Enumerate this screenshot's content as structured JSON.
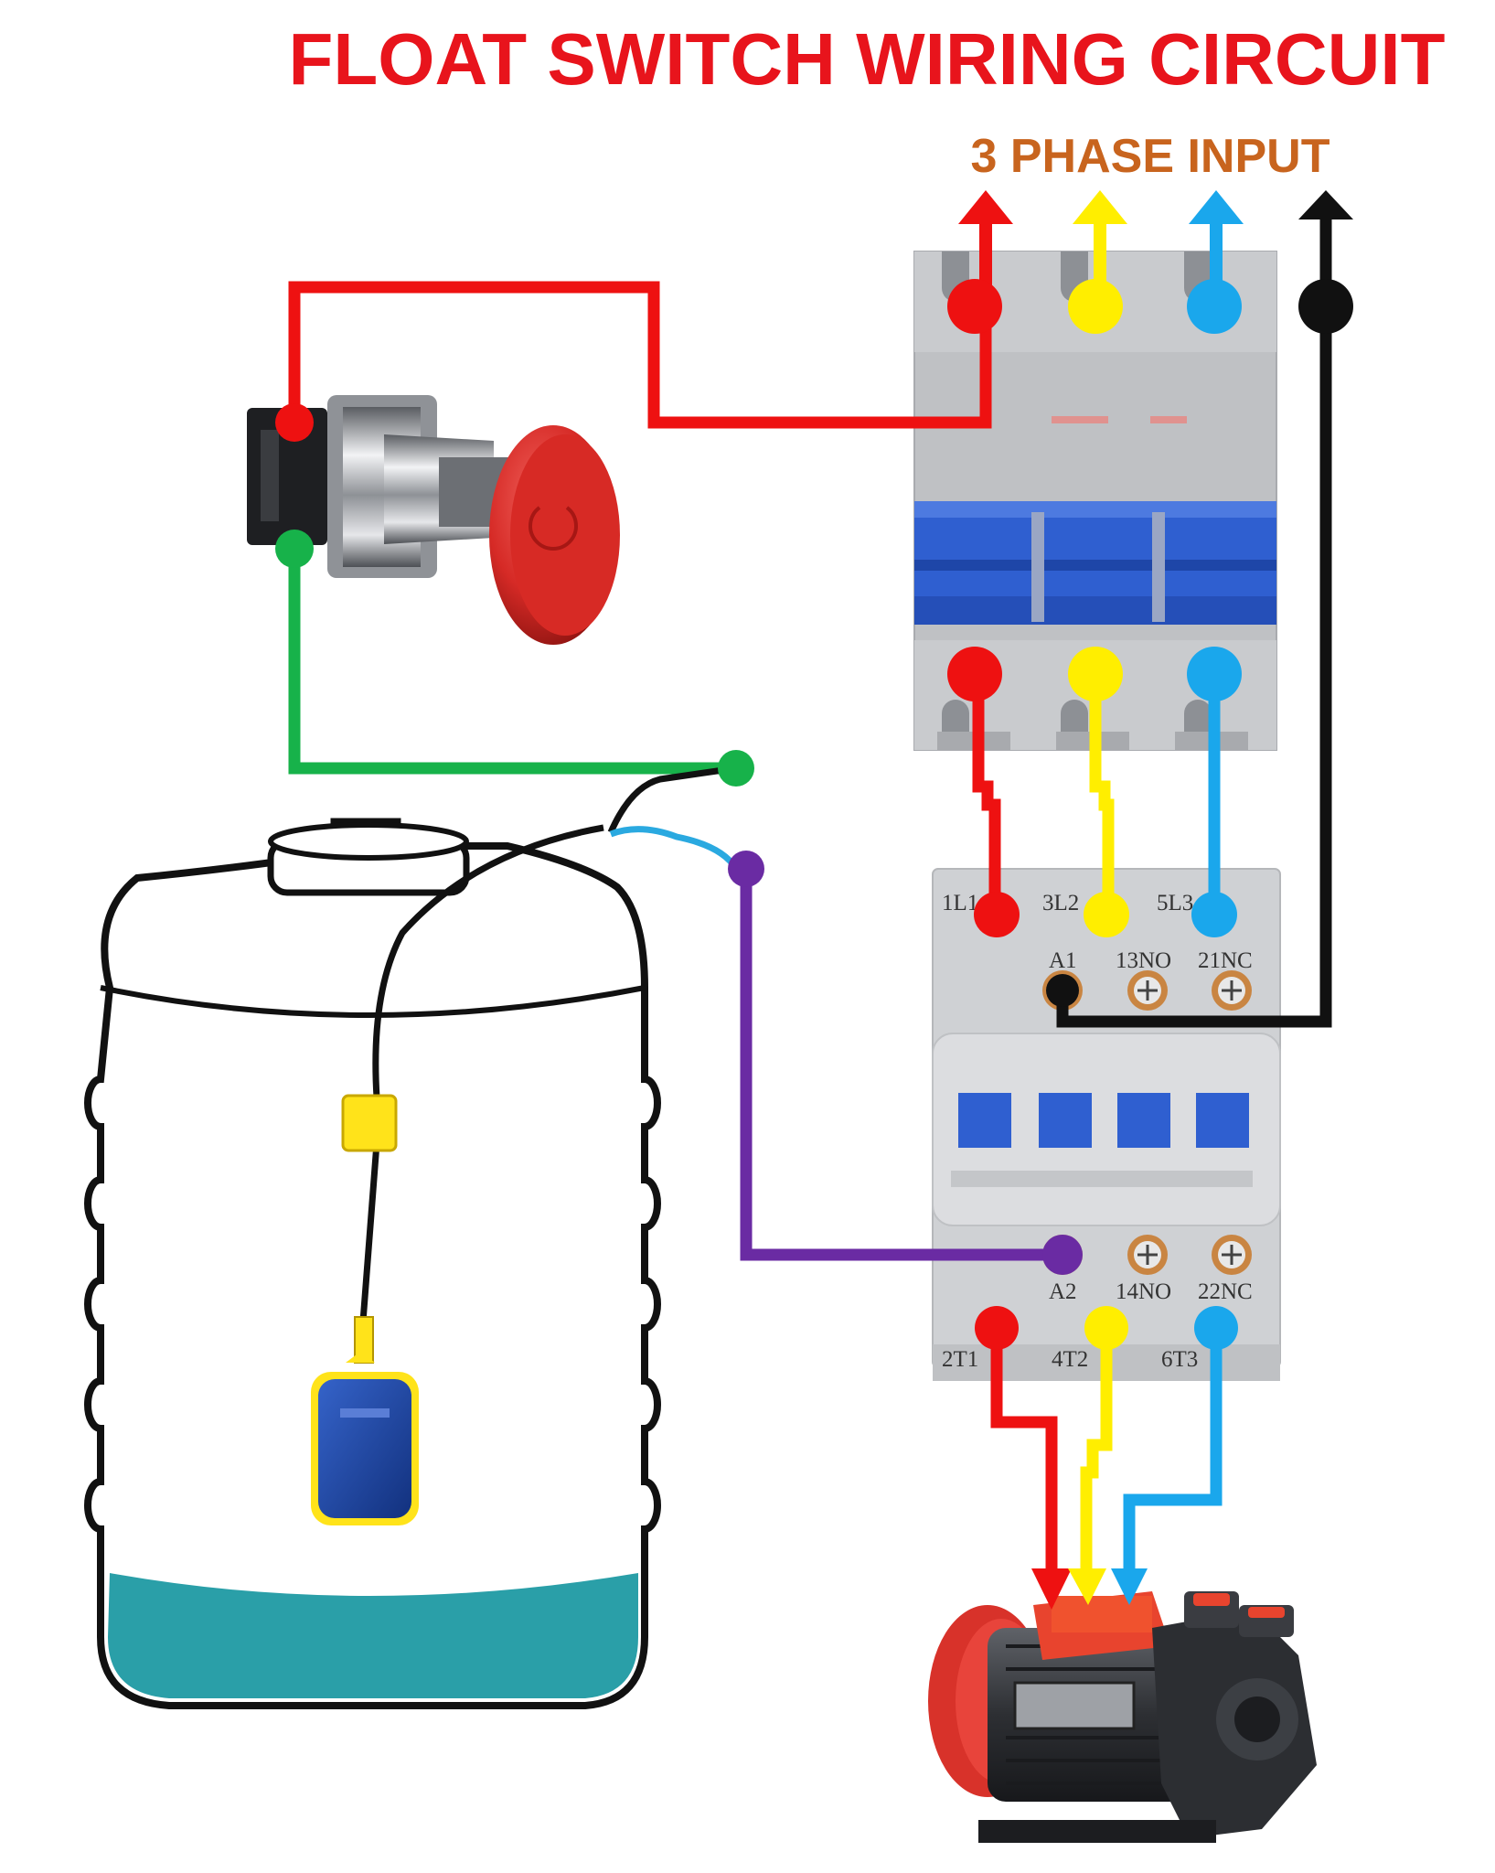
{
  "title": "FLOAT SWITCH WIRING CIRCUIT",
  "input_label": "3 PHASE INPUT",
  "colors": {
    "title": "#e8141c",
    "input_label": "#c8641e",
    "phase_l1": "#ee1111",
    "phase_l2": "#ffee00",
    "phase_l3": "#1aa7ec",
    "neutral": "#111111",
    "control": "#17b24a",
    "float_return": "#6a2ba3",
    "float_cable": "#2aa9e0",
    "water": "#2a9fa8",
    "breaker_handle": "#2f5fd0",
    "housing": "#bfc1c4",
    "housing_light": "#dcdde0"
  },
  "icons": {
    "push_button": "emergency-stop-mushroom-button-icon",
    "breaker": "three-pole-mcb-icon",
    "contactor": "contactor-icon",
    "tank": "water-tank-icon",
    "float": "float-switch-icon",
    "motor": "water-pump-motor-icon"
  },
  "contactor": {
    "top_terminals": [
      "1L1",
      "3L2",
      "5L3"
    ],
    "top_aux": [
      "A1",
      "13NO",
      "21NC"
    ],
    "bottom_aux": [
      "A2",
      "14NO",
      "22NC"
    ],
    "bottom_terminals": [
      "2T1",
      "4T2",
      "6T3"
    ]
  }
}
